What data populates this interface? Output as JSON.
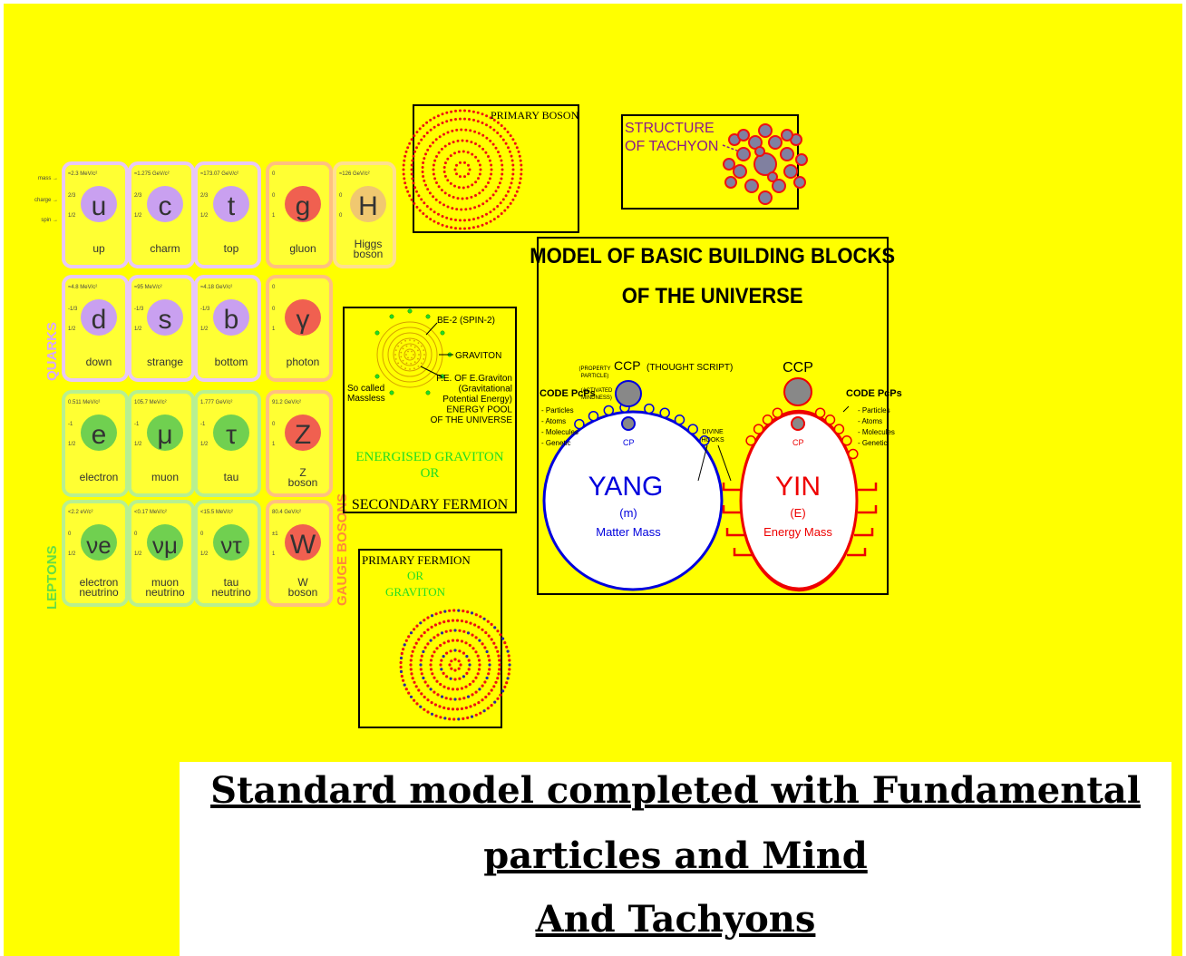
{
  "standard_model": {
    "row_labels": {
      "mass": "mass →",
      "charge": "charge →",
      "spin": "spin →"
    },
    "side_labels": {
      "quarks": "QUARKS",
      "leptons": "LEPTONS",
      "gauge_bosons": "GAUGE BOSONS"
    },
    "particles": [
      {
        "symbol": "u",
        "name": "up",
        "mass": "≈2.3 MeV/c²",
        "charge": "2/3",
        "spin": "1/2",
        "color": "#c9a0f0"
      },
      {
        "symbol": "c",
        "name": "charm",
        "mass": "≈1.275 GeV/c²",
        "charge": "2/3",
        "spin": "1/2",
        "color": "#c9a0f0"
      },
      {
        "symbol": "t",
        "name": "top",
        "mass": "≈173.07 GeV/c²",
        "charge": "2/3",
        "spin": "1/2",
        "color": "#c9a0f0"
      },
      {
        "symbol": "g",
        "name": "gluon",
        "mass": "0",
        "charge": "0",
        "spin": "1",
        "color": "#f06050"
      },
      {
        "symbol": "H",
        "name": "Higgs boson",
        "mass": "≈126 GeV/c²",
        "charge": "0",
        "spin": "0",
        "color": "#f0c870"
      },
      {
        "symbol": "d",
        "name": "down",
        "mass": "≈4.8 MeV/c²",
        "charge": "-1/3",
        "spin": "1/2",
        "color": "#c9a0f0"
      },
      {
        "symbol": "s",
        "name": "strange",
        "mass": "≈95 MeV/c²",
        "charge": "-1/3",
        "spin": "1/2",
        "color": "#c9a0f0"
      },
      {
        "symbol": "b",
        "name": "bottom",
        "mass": "≈4.18 GeV/c²",
        "charge": "-1/3",
        "spin": "1/2",
        "color": "#c9a0f0"
      },
      {
        "symbol": "γ",
        "name": "photon",
        "mass": "0",
        "charge": "0",
        "spin": "1",
        "color": "#f06050"
      },
      {
        "symbol": "e",
        "name": "electron",
        "mass": "0.511 MeV/c²",
        "charge": "-1",
        "spin": "1/2",
        "color": "#70d050"
      },
      {
        "symbol": "μ",
        "name": "muon",
        "mass": "105.7 MeV/c²",
        "charge": "-1",
        "spin": "1/2",
        "color": "#70d050"
      },
      {
        "symbol": "τ",
        "name": "tau",
        "mass": "1.777 GeV/c²",
        "charge": "-1",
        "spin": "1/2",
        "color": "#70d050"
      },
      {
        "symbol": "Z",
        "name": "Z boson",
        "mass": "91.2 GeV/c²",
        "charge": "0",
        "spin": "1",
        "color": "#f06050"
      },
      {
        "symbol": "νe",
        "name": "electron neutrino",
        "mass": "<2.2 eV/c²",
        "charge": "0",
        "spin": "1/2",
        "color": "#70d050"
      },
      {
        "symbol": "νμ",
        "name": "muon neutrino",
        "mass": "<0.17 MeV/c²",
        "charge": "0",
        "spin": "1/2",
        "color": "#70d050"
      },
      {
        "symbol": "ντ",
        "name": "tau neutrino",
        "mass": "<15.5 MeV/c²",
        "charge": "0",
        "spin": "1/2",
        "color": "#70d050"
      },
      {
        "symbol": "W",
        "name": "W boson",
        "mass": "80.4 GeV/c²",
        "charge": "±1",
        "spin": "1",
        "color": "#f06050"
      }
    ]
  },
  "primary_boson": {
    "label": "PRIMARY BOSON"
  },
  "tachyon": {
    "label_line1": "STRUCTURE",
    "label_line2": "OF TACHYON"
  },
  "graviton_box": {
    "be2": "BE-2 (SPIN-2)",
    "graviton": "GRAVITON",
    "fe_lines": [
      "F.E. OF E.Graviton",
      "(Gravitational",
      "Potential Energy)",
      "ENERGY POOL",
      "OF THE UNIVERSE"
    ],
    "massless": [
      "So called",
      "Massless"
    ],
    "energised": "ENERGISED GRAVITON",
    "or": "OR",
    "secondary": "SECONDARY FERMION"
  },
  "primary_fermion": {
    "line1": "PRIMARY FERMION",
    "line2": "OR",
    "line3": "GRAVITON"
  },
  "model": {
    "title_line1": "MODEL OF BASIC BUILDING BLOCKS",
    "title_line2": "OF THE UNIVERSE",
    "ccp_left": "CCP",
    "thought_script": "(THOUGHT SCRIPT)",
    "ccp_right": "CCP",
    "property_particle": [
      "(PROPERTY",
      "PARTICLE)"
    ],
    "activated_mindness": [
      "(ACTIVATED",
      "MINDNESS)"
    ],
    "code_pcps": "CODE PcPs",
    "code_items": [
      "- Particles",
      "- Atoms",
      "- Molecules",
      "- Genetic"
    ],
    "cp": "CP",
    "divine_hooks": [
      "DIVINE",
      "HOOKS"
    ],
    "yang": {
      "name": "YANG",
      "symbol": "(m)",
      "desc": "Matter Mass"
    },
    "yin": {
      "name": "YIN",
      "symbol": "(E)",
      "desc": "Energy Mass"
    }
  },
  "caption": {
    "line1": "Standard model completed with Fundamental",
    "line2": "particles and Mind",
    "line3": "And Tachyons"
  },
  "colors": {
    "background": "#ffff00",
    "yang": "#0000dd",
    "yin": "#ee0000",
    "dots": "#ee1111",
    "graviton_text": "#22dd22",
    "tachyon_text": "#8a1a8a"
  }
}
